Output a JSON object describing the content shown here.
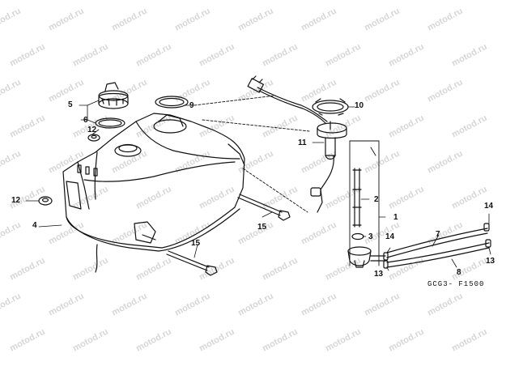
{
  "watermark": "motod.ru",
  "callouts": {
    "c1": "1",
    "c2": "2",
    "c3": "3",
    "c4": "4",
    "c5": "5",
    "c6": "6",
    "c7": "7",
    "c8": "8",
    "c9": "9",
    "c10": "10",
    "c11": "11",
    "c12a": "12",
    "c12b": "12",
    "c13a": "13",
    "c13b": "13",
    "c14a": "14",
    "c14b": "14",
    "c15a": "15",
    "c15b": "15"
  },
  "diagram_code": "GCG3- F1500",
  "colors": {
    "line": "#111111",
    "watermark": "#d6d6d6",
    "background": "#ffffff"
  }
}
